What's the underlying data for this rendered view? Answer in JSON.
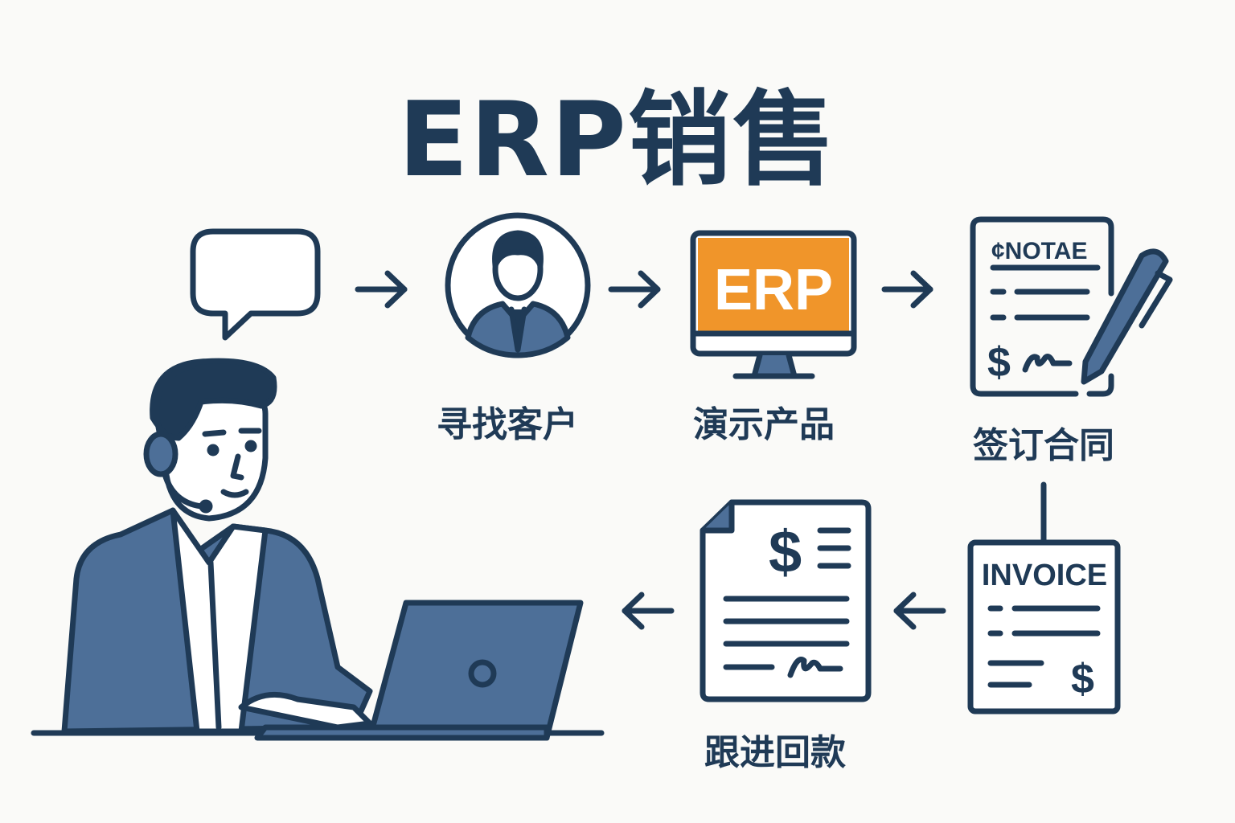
{
  "title": "ERP销售",
  "colors": {
    "navy": "#1f3a56",
    "blue": "#4d6f98",
    "orange": "#f0952a",
    "background": "#fafaf8"
  },
  "steps": [
    {
      "label": "寻找客户",
      "icon": "customer-avatar-icon"
    },
    {
      "label": "演示产品",
      "icon": "erp-monitor-icon",
      "screen_text": "ERP"
    },
    {
      "label": "签订合同",
      "icon": "contract-pen-icon",
      "doc_text": "¢NOTAE",
      "currency": "$"
    },
    {
      "label": "跟进回款",
      "icon": "payment-document-icon",
      "currency": "$"
    }
  ],
  "invoice": {
    "doc_text": "INVOICE",
    "currency": "$"
  }
}
